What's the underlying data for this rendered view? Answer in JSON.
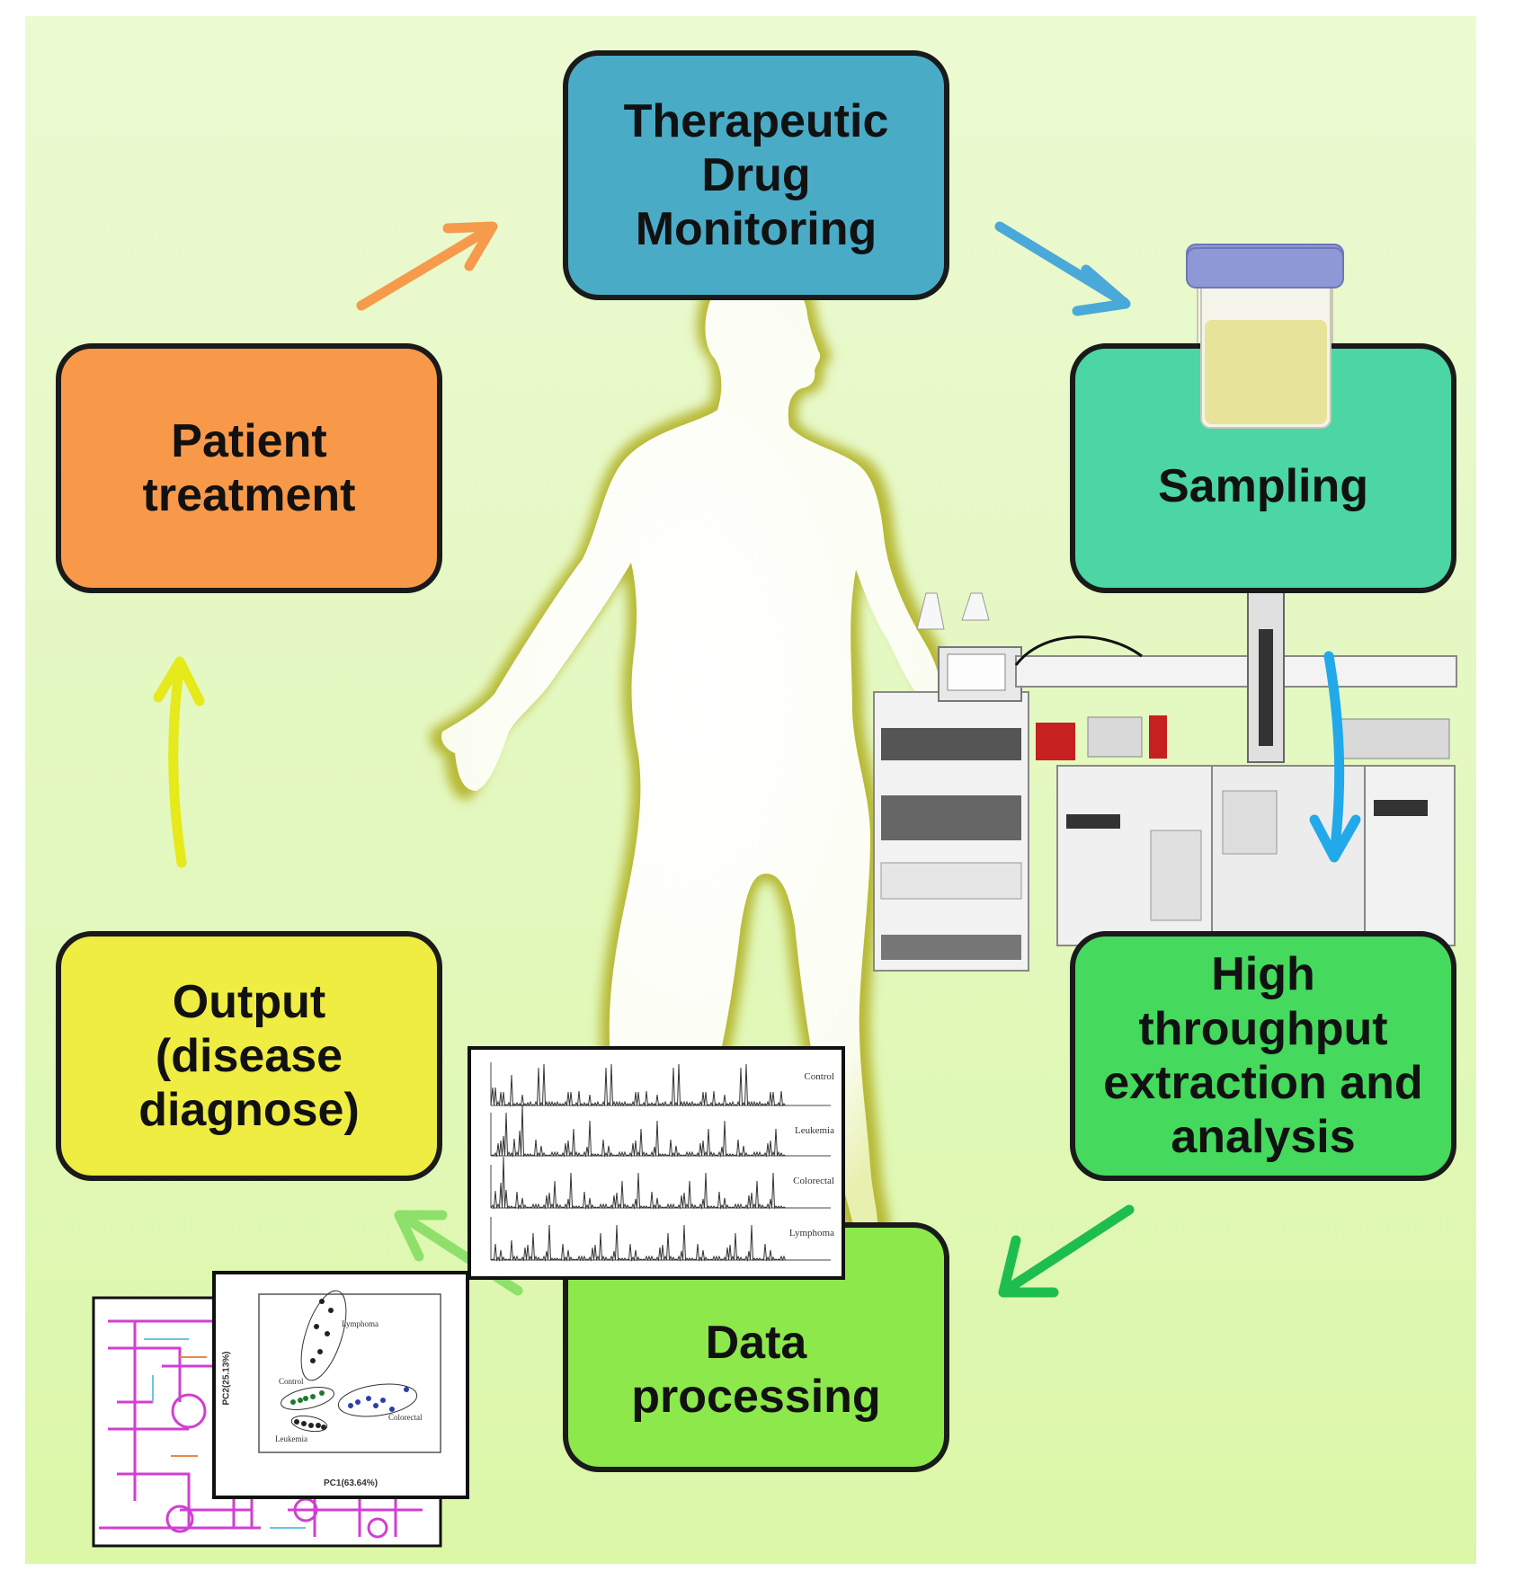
{
  "diagram": {
    "colors": {
      "tdm": "#4aabc6",
      "sampling": "#4bd6a3",
      "htp": "#45d95e",
      "data": "#8de84c",
      "output": "#efec42",
      "patient": "#f8994a",
      "arrow_tdm_sampling": "#4aa9d9",
      "arrow_sampling_htp": "#21a9ea",
      "arrow_htp_data": "#1ebd4f",
      "arrow_data_output": "#8ee06a",
      "arrow_output_patient": "#e6e91a",
      "arrow_patient_tdm": "#f69a4b"
    },
    "boxes": {
      "tdm": "Therapeutic\nDrug\nMonitoring",
      "sampling": "Sampling",
      "htp": "High\nthroughput\nextraction and\nanalysis",
      "data": "Data\nprocessing",
      "output": "Output\n(disease\ndiagnose)",
      "patient": "Patient\ntreatment"
    },
    "illustrations": {
      "body": "human-body-silhouette",
      "sample": "urine-sample-cup",
      "instrument": "lc-ms-instrument",
      "chromatograms": "chromatogram-stack",
      "pca": "pca-score-plot",
      "network": "metabolic-network-map"
    },
    "chromatograms": {
      "traces": [
        "Control",
        "Leukemia",
        "Colorectal",
        "Lymphoma"
      ]
    },
    "pca": {
      "xlabel": "PC1(63.64%)",
      "ylabel": "PC2(25.13%)",
      "groups": [
        "Lymphoma",
        "Control",
        "Colorectal",
        "Leukemia"
      ]
    }
  }
}
